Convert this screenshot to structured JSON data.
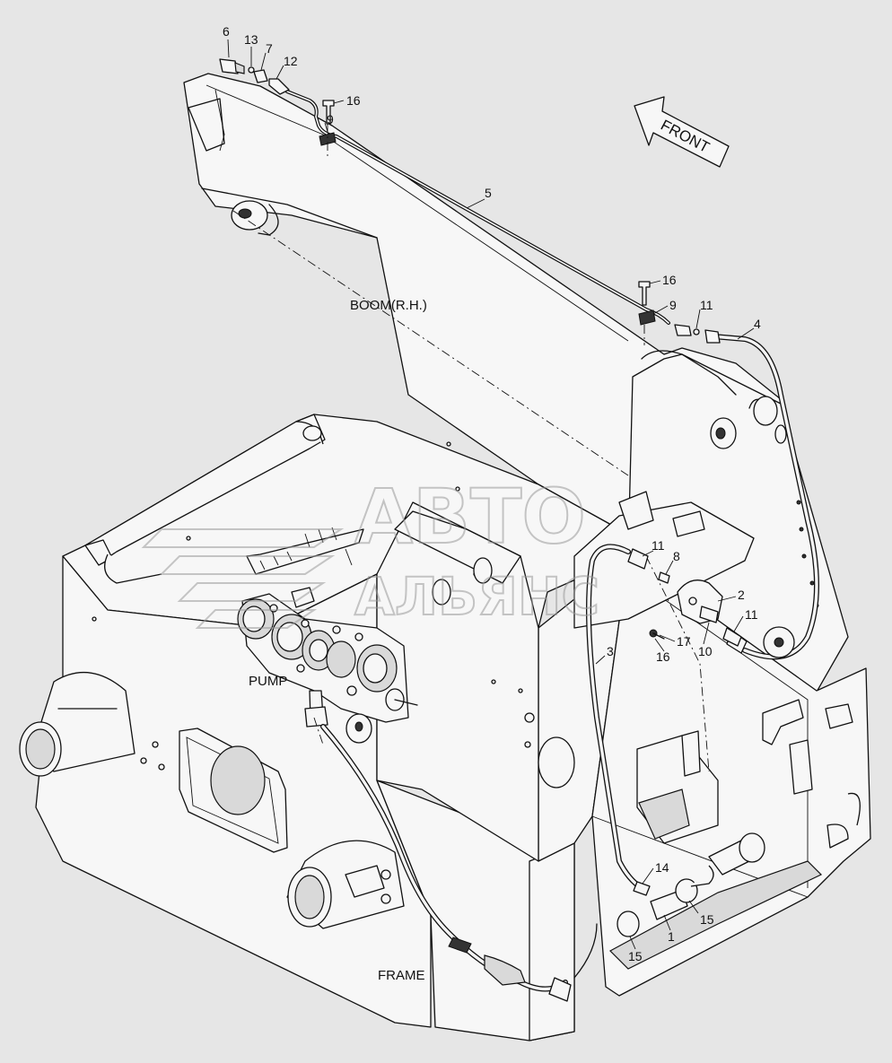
{
  "diagram": {
    "direction_arrow": {
      "text": "FRONT"
    },
    "labels": {
      "boom": "BOOM(R.H.)",
      "pump": "PUMP",
      "frame": "FRAME"
    },
    "watermark": {
      "line1": "АВТО",
      "line2": "АЛЬЯНС"
    },
    "callouts": [
      "6",
      "13",
      "7",
      "12",
      "16",
      "9",
      "5",
      "16",
      "9",
      "11",
      "4",
      "11",
      "8",
      "2",
      "11",
      "17",
      "10",
      "16",
      "3",
      "14",
      "15",
      "1",
      "15"
    ]
  }
}
